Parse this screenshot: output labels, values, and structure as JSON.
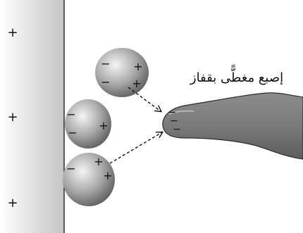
{
  "figure": {
    "caption_label": "إصبع مغطًّى بقفاز",
    "plate_sign": "+",
    "positive_sign": "+",
    "negative_sign": "−",
    "colors": {
      "plate_light": "#ffffff",
      "plate_dark": "#c8c8c8",
      "sphere_light": "#f2f2f2",
      "sphere_dark": "#6e6e6e",
      "finger": "#7b7b7b",
      "ink": "#111111"
    },
    "icons": [
      "charged-plate",
      "charged-sphere",
      "gloved-finger-icon",
      "dashed-arrow-icon"
    ]
  }
}
